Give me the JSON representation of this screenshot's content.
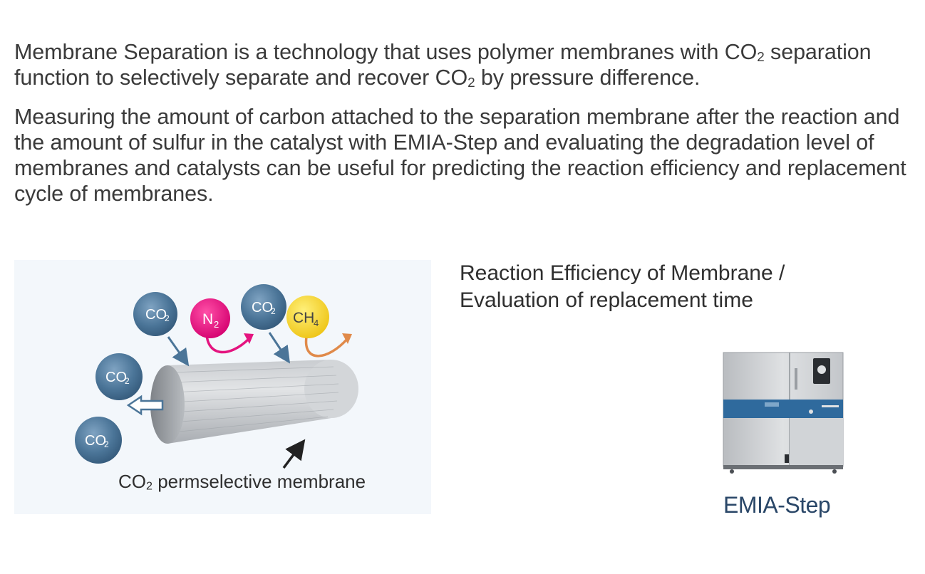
{
  "intro": {
    "p1_a": "Membrane Separation is a technology that uses polymer membranes with CO",
    "p1_sub1": "2",
    "p1_b": " separation function to selectively separate and recover CO",
    "p1_sub2": "2",
    "p1_c": " by pressure difference.",
    "p2": "Measuring the amount of carbon attached to the separation membrane after the reaction and the amount of sulfur in the catalyst with EMIA-Step and evaluating the degradation level of membranes and catalysts can be useful for predicting the reaction efficiency and replacement cycle of membranes."
  },
  "diagram": {
    "bubbles": [
      {
        "main": "CO",
        "sub": "2",
        "color": "#3f6a8e"
      },
      {
        "main": "N",
        "sub": "2",
        "color": "#e4147f"
      },
      {
        "main": "CO",
        "sub": "2",
        "color": "#3f6a8e"
      },
      {
        "main": "CH",
        "sub": "4",
        "color": "#f1cd1a"
      },
      {
        "main": "CO",
        "sub": "2",
        "color": "#3f6a8e"
      },
      {
        "main": "CO",
        "sub": "2",
        "color": "#3f6a8e"
      }
    ],
    "caption_main": "CO",
    "caption_sub": "2",
    "caption_rest": " permselective membrane"
  },
  "right": {
    "title_line1": "Reaction Efficiency of Membrane /",
    "title_line2": "Evaluation of replacement time",
    "product_name": "EMIA-Step"
  }
}
